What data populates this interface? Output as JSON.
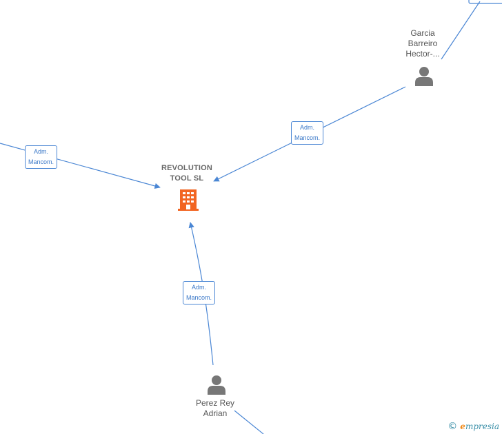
{
  "nodes": {
    "company": {
      "name_line1": "REVOLUTION",
      "name_line2": "TOOL  SL",
      "icon": "building-icon",
      "color": "#f26522"
    },
    "person_top_right": {
      "name_line1": "Garcia",
      "name_line2": "Barreiro",
      "name_line3": "Hector-...",
      "icon": "person-icon"
    },
    "person_bottom": {
      "name_line1": "Perez Rey",
      "name_line2": "Adrian",
      "icon": "person-icon"
    }
  },
  "edges": {
    "left": {
      "line1": "Adm.",
      "line2": "Mancom."
    },
    "top_right": {
      "line1": "Adm.",
      "line2": "Mancom."
    },
    "bottom": {
      "line1": "Adm.",
      "line2": "Mancom."
    }
  },
  "colors": {
    "edge": "#4a86d4",
    "person_icon": "#777777",
    "company_icon": "#f26522"
  },
  "watermark": {
    "symbol": "©",
    "brand_initial": "e",
    "brand_rest": "mpresia"
  }
}
